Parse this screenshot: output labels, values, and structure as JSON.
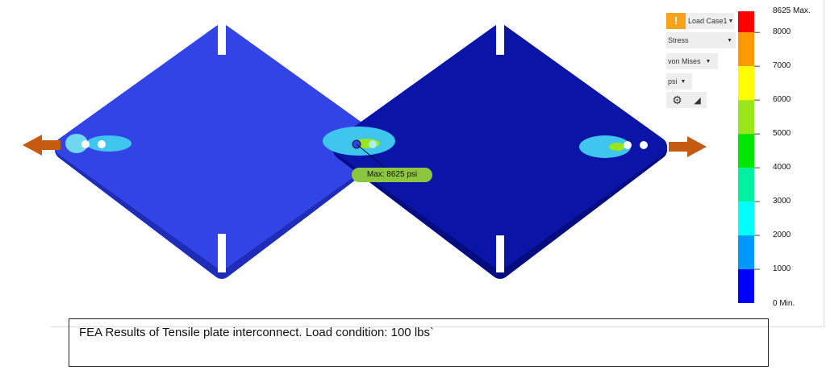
{
  "toolbar": {
    "load_case": "Load Case1",
    "result_type": "Stress",
    "component": "von Mises",
    "units": "psi",
    "warning_icon": "warning-icon",
    "settings_icon": "gear-icon",
    "probe_icon": "triangle-probe-icon"
  },
  "legend": {
    "max_label": "8625 Max.",
    "min_label": "0 Min.",
    "ticks": [
      "8000",
      "7000",
      "6000",
      "5000",
      "4000",
      "3000",
      "2000",
      "1000"
    ],
    "colors": [
      "#ff0000",
      "#ff9900",
      "#ffff00",
      "#99e61a",
      "#00e600",
      "#00f0a0",
      "#00ffff",
      "#0099ff",
      "#0000ff"
    ]
  },
  "max_tag": "Max: 8625 psi",
  "caption": "FEA Results of Tensile plate interconnect.  Load condition: 100 lbs`",
  "colors": {
    "arrow": "#c55a11",
    "plate_left": "#2f3fe0",
    "plate_right": "#0a14a6"
  }
}
